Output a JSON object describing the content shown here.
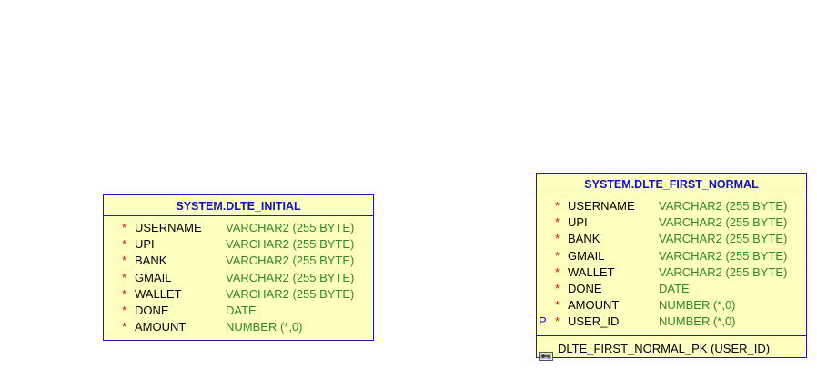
{
  "entities": [
    {
      "title": "SYSTEM.DLTE_INITIAL",
      "columns": [
        {
          "key": "",
          "required": "*",
          "name": "USERNAME",
          "type": "VARCHAR2 (255 BYTE)"
        },
        {
          "key": "",
          "required": "*",
          "name": "UPI",
          "type": "VARCHAR2 (255 BYTE)"
        },
        {
          "key": "",
          "required": "*",
          "name": "BANK",
          "type": "VARCHAR2 (255 BYTE)"
        },
        {
          "key": "",
          "required": "*",
          "name": "GMAIL",
          "type": "VARCHAR2 (255 BYTE)"
        },
        {
          "key": "",
          "required": "*",
          "name": "WALLET",
          "type": "VARCHAR2 (255 BYTE)"
        },
        {
          "key": "",
          "required": "*",
          "name": "DONE",
          "type": "DATE"
        },
        {
          "key": "",
          "required": "*",
          "name": "AMOUNT",
          "type": "NUMBER (*,0)"
        }
      ]
    },
    {
      "title": "SYSTEM.DLTE_FIRST_NORMAL",
      "columns": [
        {
          "key": "",
          "required": "*",
          "name": "USERNAME",
          "type": "VARCHAR2 (255 BYTE)"
        },
        {
          "key": "",
          "required": "*",
          "name": "UPI",
          "type": "VARCHAR2 (255 BYTE)"
        },
        {
          "key": "",
          "required": "*",
          "name": "BANK",
          "type": "VARCHAR2 (255 BYTE)"
        },
        {
          "key": "",
          "required": "*",
          "name": "GMAIL",
          "type": "VARCHAR2 (255 BYTE)"
        },
        {
          "key": "",
          "required": "*",
          "name": "WALLET",
          "type": "VARCHAR2 (255 BYTE)"
        },
        {
          "key": "",
          "required": "*",
          "name": "DONE",
          "type": "DATE"
        },
        {
          "key": "",
          "required": "*",
          "name": "AMOUNT",
          "type": "NUMBER (*,0)"
        },
        {
          "key": "P",
          "required": "*",
          "name": "USER_ID",
          "type": "NUMBER (*,0)"
        }
      ],
      "index": {
        "icon": "key-index-icon",
        "text": "DLTE_FIRST_NORMAL_PK (USER_ID)"
      }
    }
  ],
  "colors": {
    "table_fill": "#ffffc0",
    "border": "#1a1acc",
    "title": "#1010c8",
    "required_marker": "#e01010",
    "data_type": "#2e8b20"
  }
}
